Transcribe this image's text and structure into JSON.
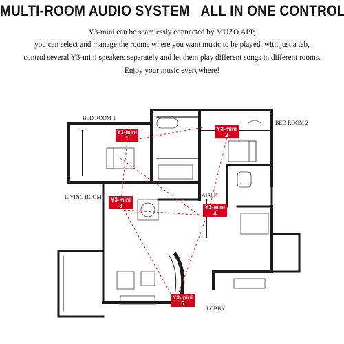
{
  "header": {
    "title": "MULTI-ROOM AUDIO SYSTEM   ALL IN ONE CONTROL",
    "lines": [
      "Y3-mini can be seamlessly connected by MUZO APP,",
      "you can select and manage the rooms where you want music to be played, with just a tab,",
      "control several Y3-mini speakers separately and let them play different songs in different rooms.",
      "Enjoy your music everywhere!"
    ]
  },
  "rooms": {
    "bedroom1": "BED ROOM 1",
    "bedroom2": "BED ROOM 2",
    "living": "LIVING ROOM",
    "aisle": "AISLE",
    "lobby": "LOBBY"
  },
  "speakers": [
    {
      "label": "Y3-mini",
      "num": "1"
    },
    {
      "label": "Y3-mini",
      "num": "2"
    },
    {
      "label": "Y3-mini",
      "num": "3"
    },
    {
      "label": "Y3-mini",
      "num": "4"
    },
    {
      "label": "Y3-mini",
      "num": "5"
    }
  ],
  "colors": {
    "tag": "#d9001b",
    "wall": "#1a1a1a",
    "link": "#cc1111"
  }
}
